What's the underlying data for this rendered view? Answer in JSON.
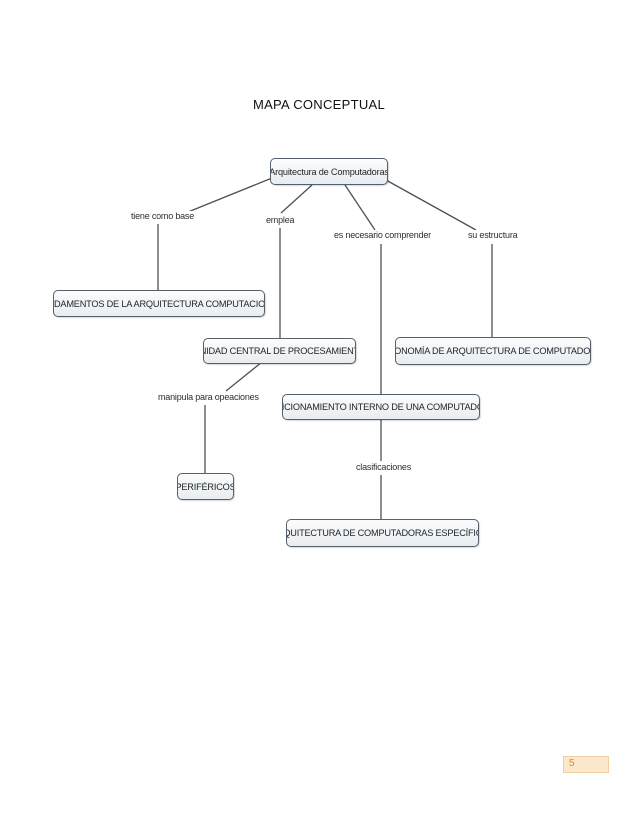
{
  "title": "MAPA CONCEPTUAL",
  "nodes": {
    "root": "Arquitectura de Computadoras",
    "fundamentos": "FUNDAMENTOS DE LA ARQUITECTURA COMPUTACIONAL",
    "unidad": "UNIDAD CENTRAL DE PROCESAMIENTO",
    "taxonomia": "TAXONOMÍA DE ARQUITECTURA DE COMPUTADORAS",
    "funcionamiento": "FUNCIONAMIENTO INTERNO DE UNA COMPUTADORA",
    "perifericos": "PERIFÉRICOS",
    "especificas": "ARQUITECTURA DE COMPUTADORAS ESPECÍFICAS"
  },
  "links": {
    "tiene_como_base": "tiene como base",
    "emplea": "emplea",
    "es_necesario": "es necesario comprender",
    "su_estructura": "su estructura",
    "manipula": "manipula para opeaciones",
    "clasificaciones": "clasificaciones"
  },
  "page_number": "5",
  "colors": {
    "node_border": "#55606a",
    "line": "#4a5258",
    "page_number_fill": "#fbe7cc",
    "page_number_text": "#e08a2a"
  }
}
